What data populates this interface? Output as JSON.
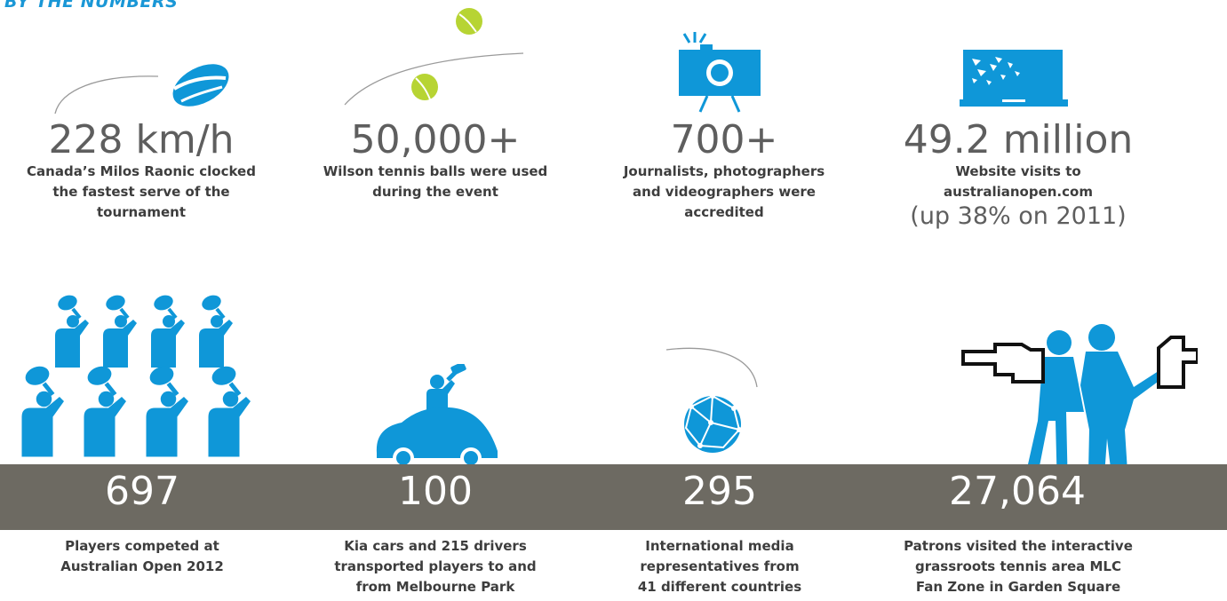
{
  "header": {
    "title": "BY THE NUMBERS"
  },
  "stats": [
    {
      "value": "228 km/h",
      "lines": [
        "Canada’s Milos Raonic clocked",
        "the fastest serve of the",
        "tournament"
      ],
      "icon": "speeding-ball-icon"
    },
    {
      "value": "50,000+",
      "lines": [
        "Wilson tennis balls were used",
        "during the event"
      ],
      "icon": "tennis-ball-icon"
    },
    {
      "value": "700+",
      "lines": [
        "Journalists, photographers",
        "and videographers were",
        "accredited"
      ],
      "icon": "camera-icon"
    },
    {
      "value": "49.2 million",
      "lines": [
        "Website visits to",
        "australianopen.com"
      ],
      "extra": "(up 38% on 2011)",
      "icon": "laptop-icon"
    },
    {
      "value": "697",
      "lines": [
        "Players competed at",
        "Australian Open 2012"
      ],
      "icon": "players-icon"
    },
    {
      "value": "100",
      "lines": [
        "Kia cars and 215 drivers",
        "transported players to and",
        "from Melbourne Park"
      ],
      "icon": "car-icon"
    },
    {
      "value": "295",
      "lines": [
        "International media",
        "representatives from",
        "41 different countries"
      ],
      "icon": "globe-icon"
    },
    {
      "value": "27,064",
      "lines": [
        "Patrons visited the interactive",
        "grassroots tennis area MLC",
        "Fan Zone in Garden Square"
      ],
      "icon": "kids-pointing-icon"
    }
  ],
  "colors": {
    "accent": "#0f97d8",
    "ball": "#b7d433",
    "band": "#6d6a62",
    "text": "#5e5e5e",
    "desc": "#3d3d3d"
  }
}
